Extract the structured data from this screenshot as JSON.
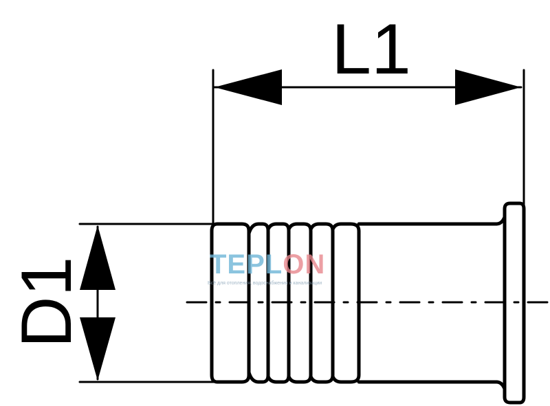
{
  "dimensions": {
    "length_label": "L1",
    "diameter_label": "D1"
  },
  "watermark": {
    "brand_left": "TEPL",
    "brand_right": "ON",
    "tagline": "Всё для отопления, водоснабжения и канализации",
    "colors": {
      "left": "#6fb6d8",
      "right": "#e8888e"
    }
  },
  "colors": {
    "line": "#000000",
    "background": "#ffffff"
  }
}
